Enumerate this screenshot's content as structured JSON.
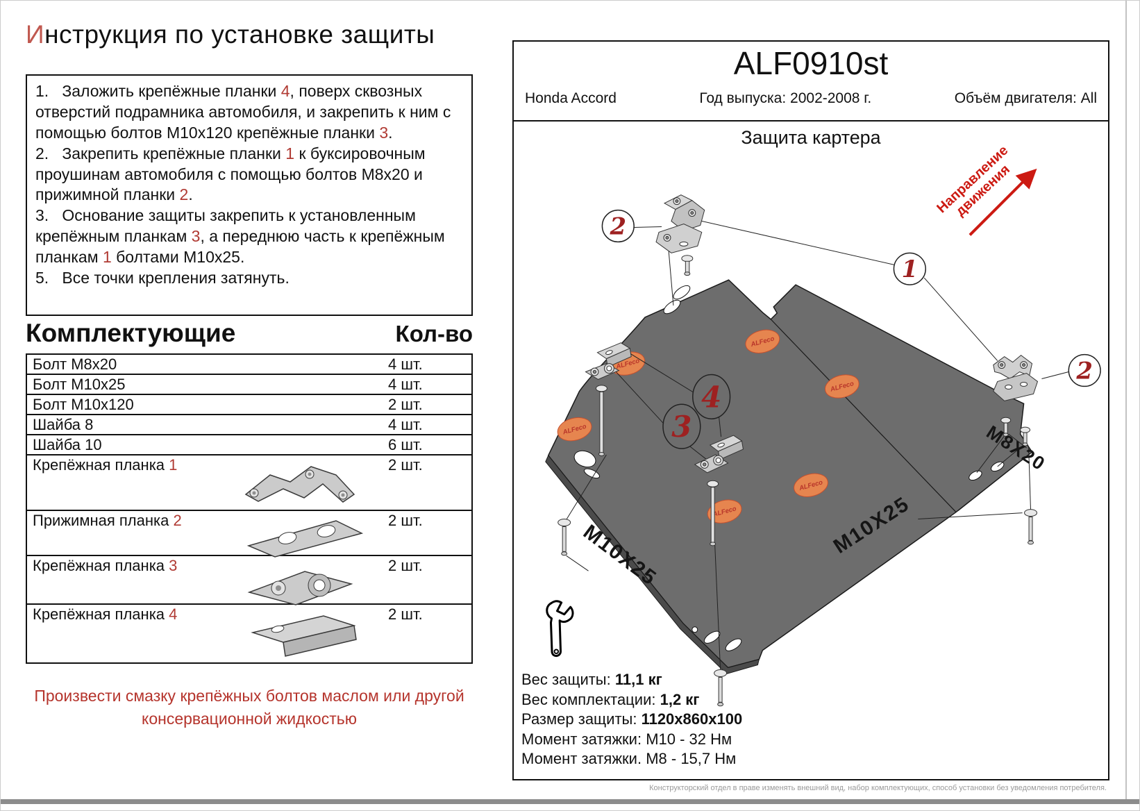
{
  "title": {
    "first_letter": "И",
    "rest": "нструкция по установке защиты"
  },
  "instructions": [
    [
      {
        "text": "1.   Заложить крепёжные планки "
      },
      {
        "text": "4",
        "red": true
      },
      {
        "text": ", поверх сквозных отверстий подрамника автомобиля, и закрепить к ним с помощью болтов М10х120 крепёжные планки "
      },
      {
        "text": "3",
        "red": true
      },
      {
        "text": "."
      }
    ],
    [
      {
        "text": "2.   Закрепить крепёжные планки "
      },
      {
        "text": "1",
        "red": true
      },
      {
        "text": " к буксировочным проушинам автомобиля с помощью болтов М8х20 и прижимной планки "
      },
      {
        "text": "2",
        "red": true
      },
      {
        "text": "."
      }
    ],
    [
      {
        "text": "3.   Основание защиты закрепить к установленным крепёжным планкам "
      },
      {
        "text": "3",
        "red": true
      },
      {
        "text": ", а переднюю часть к крепёжным планкам "
      },
      {
        "text": "1",
        "red": true
      },
      {
        "text": " болтами М10х25."
      }
    ],
    [
      {
        "text": "5.   Все точки крепления затянуть."
      }
    ]
  ],
  "parts": {
    "heading": "Комплектующие",
    "qty_heading": "Кол-во",
    "rows": [
      {
        "label": [
          {
            "text": "Болт М8х20"
          }
        ],
        "qty": "4 шт."
      },
      {
        "label": [
          {
            "text": "Болт М10х25"
          }
        ],
        "qty": "4 шт."
      },
      {
        "label": [
          {
            "text": "Болт М10х120"
          }
        ],
        "qty": "2 шт."
      },
      {
        "label": [
          {
            "text": "Шайба 8"
          }
        ],
        "qty": "4 шт."
      },
      {
        "label": [
          {
            "text": "Шайба 10"
          }
        ],
        "qty": "6 шт."
      },
      {
        "label": [
          {
            "text": "Крепёжная планка "
          },
          {
            "text": "1",
            "red": true
          }
        ],
        "qty": "2 шт."
      },
      {
        "label": [
          {
            "text": "Прижимная планка "
          },
          {
            "text": "2",
            "red": true
          }
        ],
        "qty": "2 шт."
      },
      {
        "label": [
          {
            "text": "Крепёжная планка "
          },
          {
            "text": "3",
            "red": true
          }
        ],
        "qty": "2 шт."
      },
      {
        "label": [
          {
            "text": "Крепёжная планка "
          },
          {
            "text": "4",
            "red": true
          }
        ],
        "qty": "2 шт."
      }
    ]
  },
  "note_line1": "Произвести смазку крепёжных болтов маслом или другой",
  "note_line2": "консервационной жидкостью",
  "panel": {
    "code": "ALF0910st",
    "model": "Honda Accord",
    "year": "Год выпуска: 2002-2008 г.",
    "engine": "Объём двигателя: All",
    "diagram_title": "Защита картера",
    "direction_line1": "Направление",
    "direction_line2": "движения",
    "logo_text": "ALFeco",
    "callouts": {
      "c1": "1",
      "c2": "2",
      "c3": "3",
      "c4": "4"
    },
    "labels": {
      "m8x20": "M8X20",
      "m10x25": "M10X25"
    },
    "specs": [
      {
        "label": "Вес защиты: ",
        "value": "11,1 кг",
        "bold": true
      },
      {
        "label": "Вес комплектации: ",
        "value": "1,2 кг",
        "bold": true
      },
      {
        "label": "Размер защиты: ",
        "value": "1120x860x100",
        "bold": true
      },
      {
        "label": "Момент затяжки:  ",
        "value": "М10 - 32 Нм",
        "bold": false
      },
      {
        "label": "Момент затяжки.  ",
        "value": "М8 - 15,7 Нм",
        "bold": false
      }
    ],
    "disclaimer": "Конструкторский отдел в праве изменять внешний вид, набор комплектующих, способ установки без уведомления потребителя.",
    "accent_red": "#cc1a12",
    "plate_gray": "#6d6d6d"
  }
}
